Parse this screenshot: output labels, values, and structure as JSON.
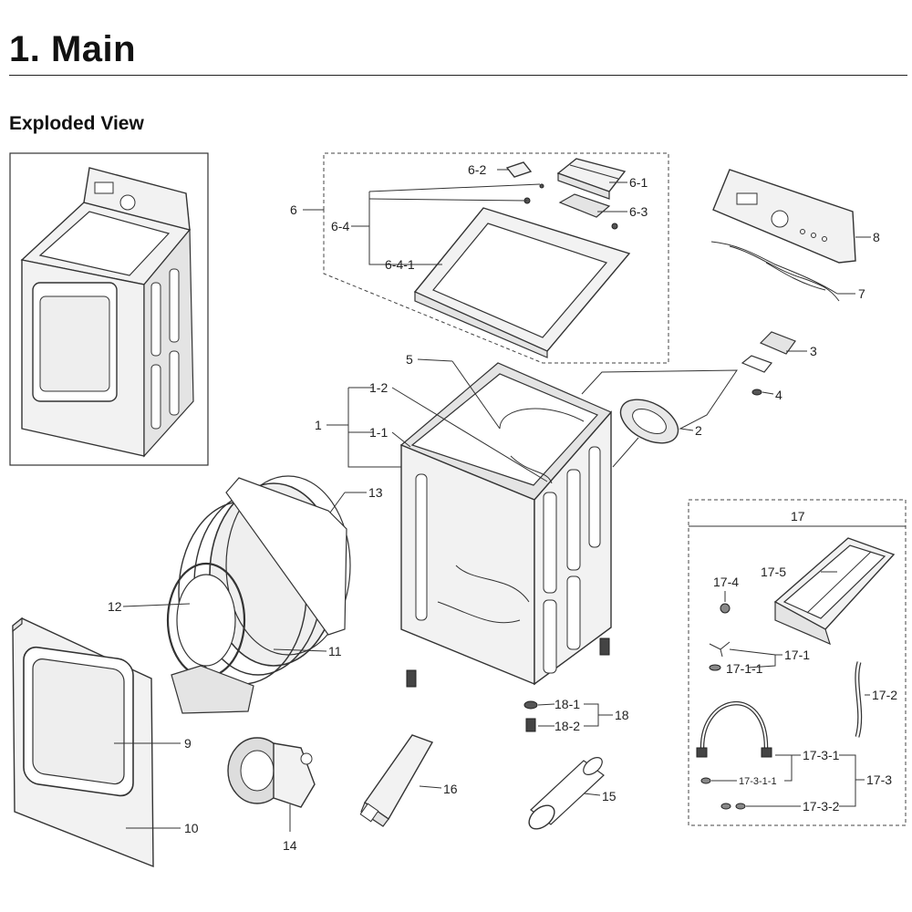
{
  "header": {
    "title": "1.  Main",
    "subtitle": "Exploded View"
  },
  "callouts": {
    "c1": "1",
    "c1_1": "1-1",
    "c1_2": "1-2",
    "c2": "2",
    "c3": "3",
    "c4": "4",
    "c5": "5",
    "c6": "6",
    "c6_1": "6-1",
    "c6_2": "6-2",
    "c6_3": "6-3",
    "c6_4": "6-4",
    "c6_4_1": "6-4-1",
    "c7": "7",
    "c8": "8",
    "c9": "9",
    "c10": "10",
    "c11": "11",
    "c12": "12",
    "c13": "13",
    "c14": "14",
    "c15": "15",
    "c16": "16",
    "c17": "17",
    "c17_1": "17-1",
    "c17_1_1": "17-1-1",
    "c17_2": "17-2",
    "c17_3": "17-3",
    "c17_3_1": "17-3-1",
    "c17_3_1_1": "17-3-1-1",
    "c17_3_2": "17-3-2",
    "c17_4": "17-4",
    "c17_5": "17-5",
    "c18": "18",
    "c18_1": "18-1",
    "c18_2": "18-2"
  },
  "colors": {
    "line": "#333333",
    "fill": "#f2f2f2",
    "shade": "#e4e4e4",
    "background": "#ffffff"
  }
}
